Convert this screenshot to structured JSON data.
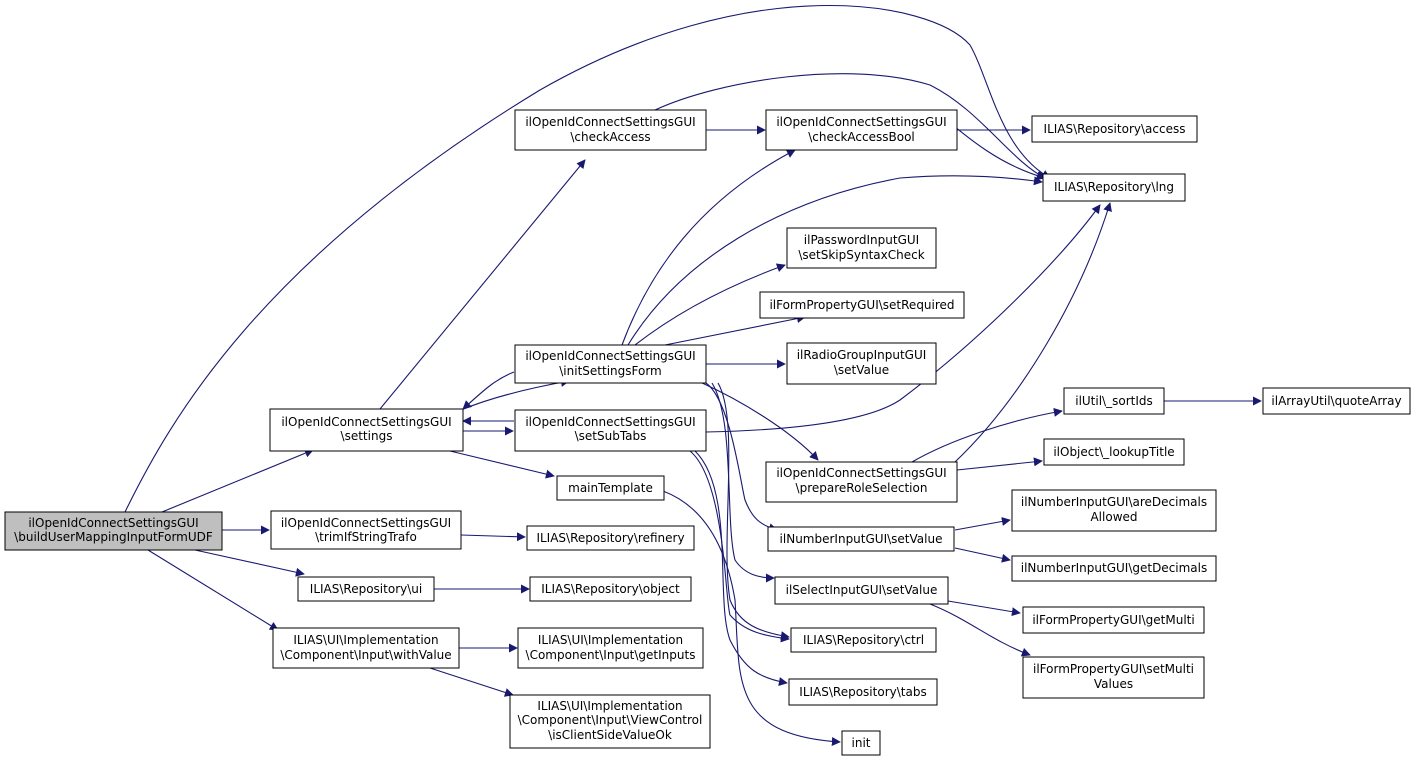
{
  "colors": {
    "edge": "#191970",
    "root_fill": "#bfbfbf",
    "node_fill": "#ffffff",
    "border": "#000000"
  },
  "nodes": {
    "root": [
      "ilOpenIdConnectSettingsGUI",
      "\\buildUserMappingInputFormUDF"
    ],
    "settings": [
      "ilOpenIdConnectSettingsGUI",
      "\\settings"
    ],
    "trimIfStringTrafo": [
      "ilOpenIdConnectSettingsGUI",
      "\\trimIfStringTrafo"
    ],
    "ui": [
      "ILIAS\\Repository\\ui"
    ],
    "withValue": [
      "ILIAS\\UI\\Implementation",
      "\\Component\\Input\\withValue"
    ],
    "checkAccess": [
      "ilOpenIdConnectSettingsGUI",
      "\\checkAccess"
    ],
    "initSettingsForm": [
      "ilOpenIdConnectSettingsGUI",
      "\\initSettingsForm"
    ],
    "setSubTabs": [
      "ilOpenIdConnectSettingsGUI",
      "\\setSubTabs"
    ],
    "mainTemplate": [
      "mainTemplate"
    ],
    "refinery": [
      "ILIAS\\Repository\\refinery"
    ],
    "object": [
      "ILIAS\\Repository\\object"
    ],
    "getInputs": [
      "ILIAS\\UI\\Implementation",
      "\\Component\\Input\\getInputs"
    ],
    "isClientSideValueOk": [
      "ILIAS\\UI\\Implementation",
      "\\Component\\Input\\ViewControl",
      "\\isClientSideValueOk"
    ],
    "checkAccessBool": [
      "ilOpenIdConnectSettingsGUI",
      "\\checkAccessBool"
    ],
    "setSkipSyntaxCheck": [
      "ilPasswordInputGUI",
      "\\setSkipSyntaxCheck"
    ],
    "setRequired": [
      "ilFormPropertyGUI\\setRequired"
    ],
    "radioSetValue": [
      "ilRadioGroupInputGUI",
      "\\setValue"
    ],
    "prepareRoleSelection": [
      "ilOpenIdConnectSettingsGUI",
      "\\prepareRoleSelection"
    ],
    "numberSetValue": [
      "ilNumberInputGUI\\setValue"
    ],
    "selectSetValue": [
      "ilSelectInputGUI\\setValue"
    ],
    "ctrl": [
      "ILIAS\\Repository\\ctrl"
    ],
    "tabs": [
      "ILIAS\\Repository\\tabs"
    ],
    "init": [
      "init"
    ],
    "access": [
      "ILIAS\\Repository\\access"
    ],
    "lng": [
      "ILIAS\\Repository\\lng"
    ],
    "sortIds": [
      "ilUtil\\_sortIds"
    ],
    "quoteArray": [
      "ilArrayUtil\\quoteArray"
    ],
    "lookupTitle": [
      "ilObject\\_lookupTitle"
    ],
    "areDecimalsAllowed": [
      "ilNumberInputGUI\\areDecimals",
      "Allowed"
    ],
    "getDecimals": [
      "ilNumberInputGUI\\getDecimals"
    ],
    "getMulti": [
      "ilFormPropertyGUI\\getMulti"
    ],
    "setMultiValues": [
      "ilFormPropertyGUI\\setMulti",
      "Values"
    ]
  }
}
